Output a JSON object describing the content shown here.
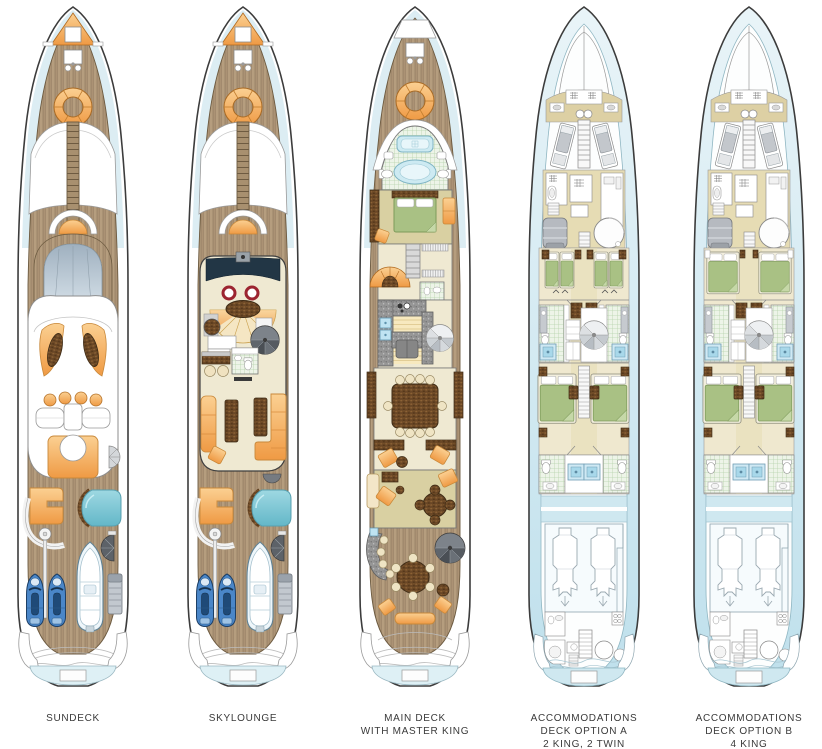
{
  "figure": {
    "kind": "yacht-deck-plans",
    "deck_count": 5
  },
  "decks": [
    {
      "id": "sundeck",
      "label_lines": [
        "SUNDECK"
      ]
    },
    {
      "id": "skylounge",
      "label_lines": [
        "SKYLOUNGE"
      ]
    },
    {
      "id": "main-deck",
      "label_lines": [
        "MAIN DECK",
        "WITH MASTER KING"
      ]
    },
    {
      "id": "accommodations-a",
      "label_lines": [
        "ACCOMMODATIONS",
        "DECK OPTION A",
        "2 KING, 2 TWIN"
      ]
    },
    {
      "id": "accommodations-b",
      "label_lines": [
        "ACCOMMODATIONS",
        "DECK OPTION B",
        "4 KING"
      ]
    }
  ],
  "palette": {
    "label-text": "#3a3a3a",
    "hull-outline": "#3c3c3c",
    "teak": "#ab9274",
    "teak-dark": "#937d61",
    "bow-wash-blue": "#dcedf3",
    "accent-orange": "#f2993f",
    "accent-orange-light": "#fbd092",
    "wicker-brown": "#6a4726",
    "cream-floor": "#efe9d2",
    "khaki-floor": "#d9d0a2",
    "bath-check-green": "#dcebd4",
    "bed-green": "#a9c184",
    "spa-blue": "#7cc5d4",
    "sea-blue": "#cfe8f0",
    "galley-granite": "#969696",
    "helm-navy": "#223645",
    "jetski-blue": "#4a86c8"
  }
}
